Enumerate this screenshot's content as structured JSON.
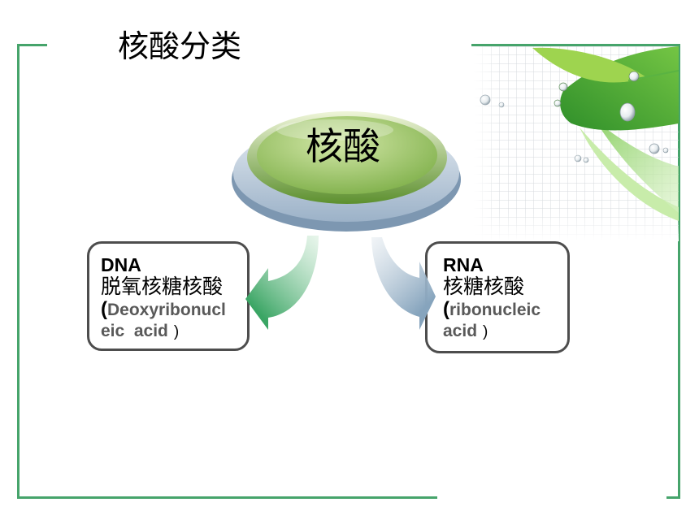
{
  "slide": {
    "title": "核酸分类",
    "center_label": "核酸"
  },
  "dna_box": {
    "name": "DNA",
    "chinese": "脱氧核糖核酸",
    "paren_open": "(",
    "english_line1": "Deoxyribonucl",
    "english_line2": "eic  acid",
    "paren_close": ")"
  },
  "rna_box": {
    "name": "RNA",
    "chinese": "核糖核酸",
    "paren_open": "(",
    "english_line1": "ribonucleic",
    "english_line2": "acid",
    "paren_close": ")"
  },
  "decoration": {
    "image": "leaf-with-water-drops-icon",
    "arrows": [
      "curved-arrow-left-icon",
      "curved-arrow-right-icon"
    ]
  },
  "colors": {
    "frame": "#46a46b",
    "box_border": "#4d4d4d",
    "english_text": "#595959",
    "disc_green": "#7fb04a",
    "disc_platform": "#9cb2c8",
    "arrow_left": "#3aa564",
    "arrow_right": "#86a4bd"
  }
}
